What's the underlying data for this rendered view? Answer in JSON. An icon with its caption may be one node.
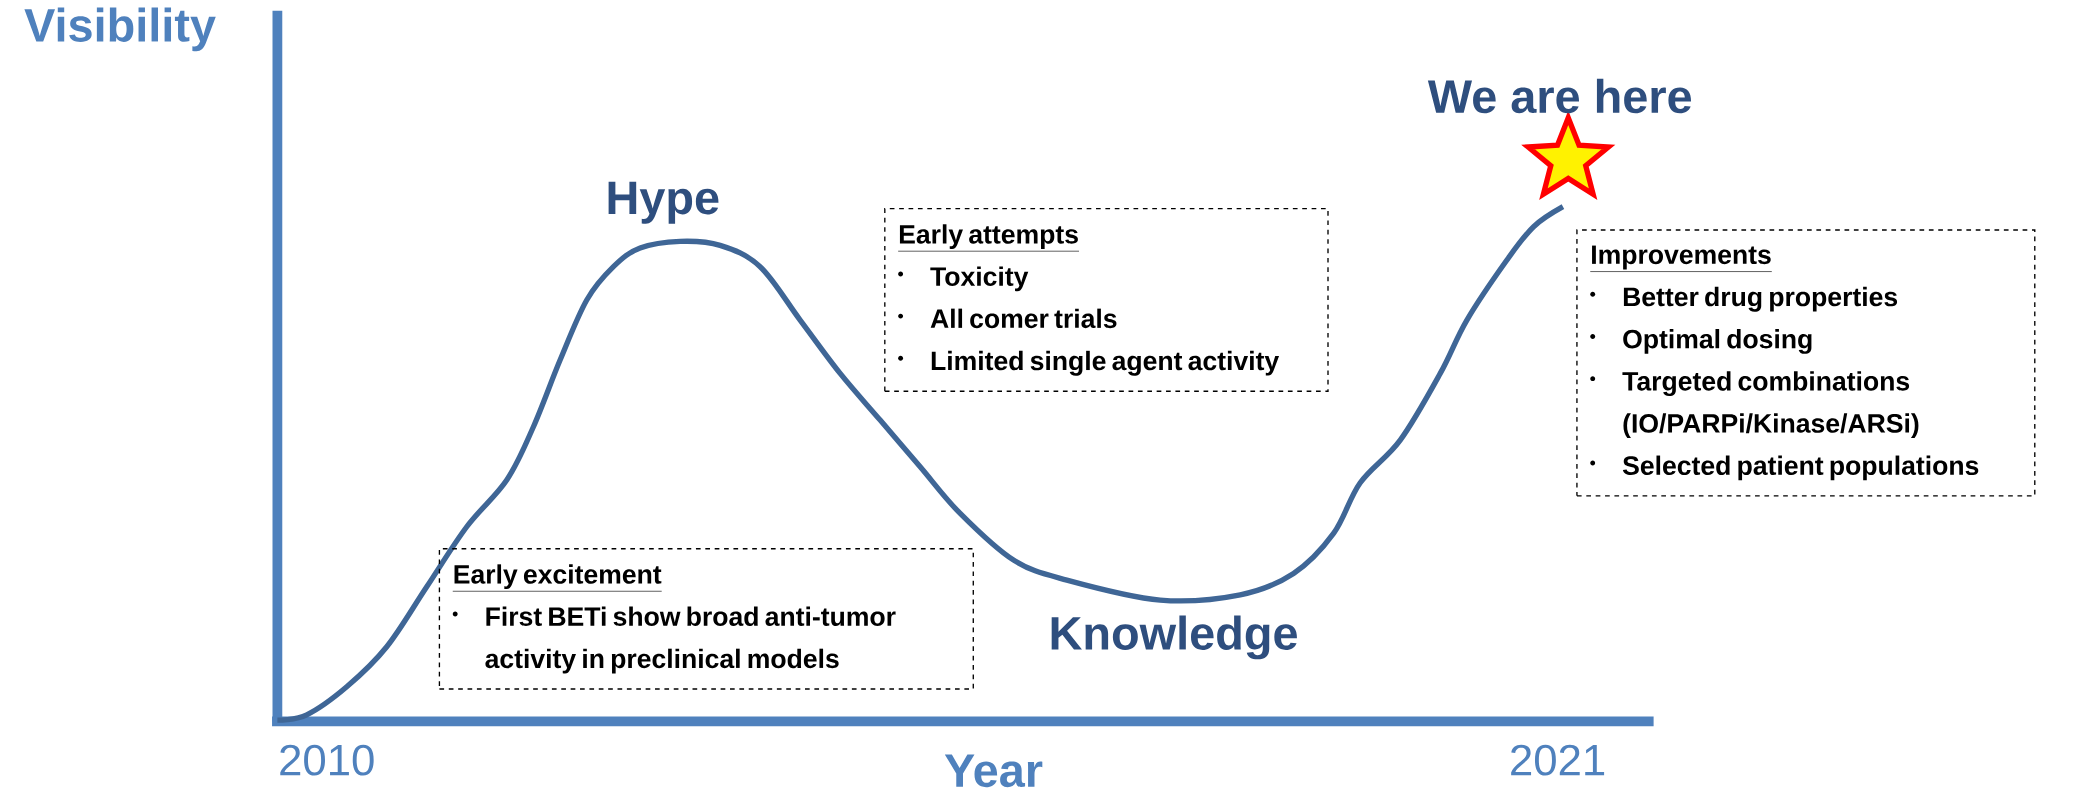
{
  "diagram": {
    "nodes": [
      {
        "text": [
          "Early excitement",
          "First BETi show broad anti-tumor activity in preclinical models"
        ]
      },
      {
        "text": [
          "Early attempts",
          "Toxicity",
          "All comer trials",
          "Limited single agent activity"
        ]
      },
      {
        "text": [
          "Improvements",
          "Better drug properties",
          "Optimal dosing",
          "Targeted combinations (IO/PARPi/Kinase/ARSi)",
          "Selected patient populations"
        ]
      }
    ],
    "labels": [
      "Visibility",
      "We are here",
      "Hype",
      "Knowledge",
      "2010",
      "Year",
      "2021"
    ]
  }
}
